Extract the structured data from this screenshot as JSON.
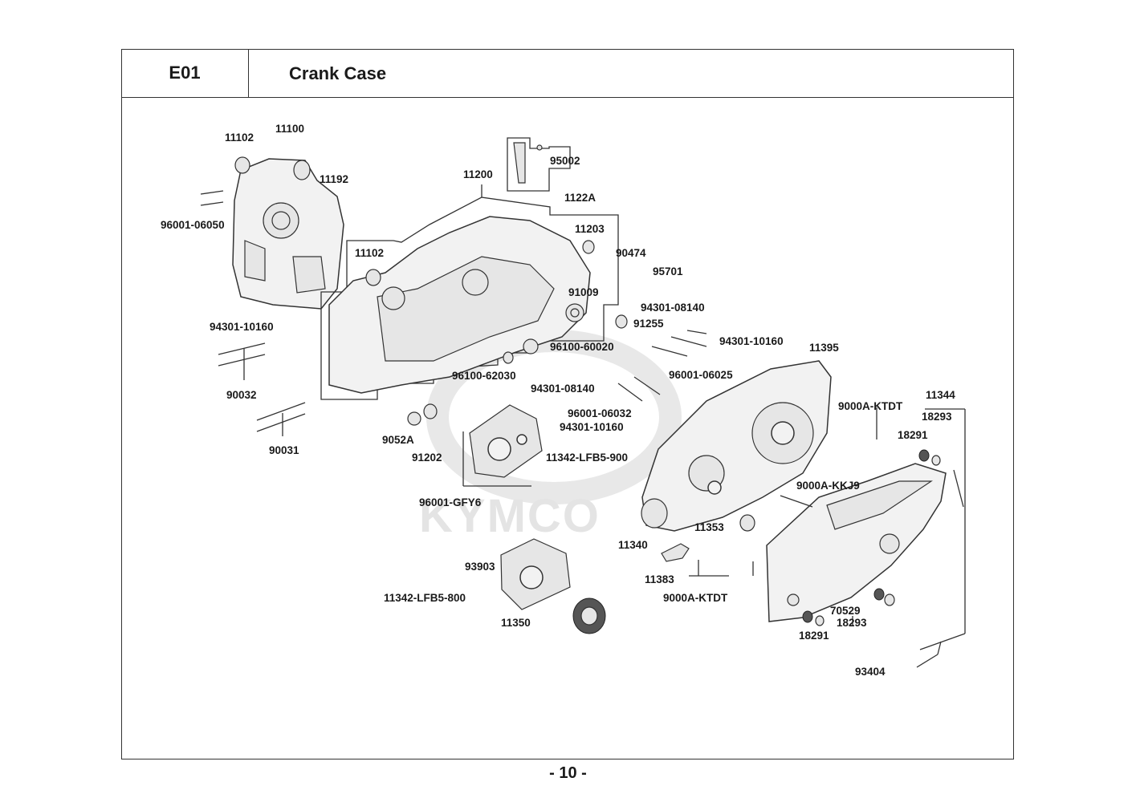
{
  "header": {
    "code": "E01",
    "title": "Crank Case"
  },
  "watermark": "KYMCO",
  "page_number": "- 10 -",
  "labels": {
    "l11102a": "11102",
    "l11100": "11100",
    "l11192": "11192",
    "l96001_06050": "96001-06050",
    "l95002": "95002",
    "l1122A": "1122A",
    "l11200": "11200",
    "l11203": "11203",
    "l11102b": "11102",
    "l90474": "90474",
    "l95701": "95701",
    "l91009": "91009",
    "l94301_08140a": "94301-08140",
    "l91255": "91255",
    "l94301_10160a": "94301-10160",
    "l96100_60020": "96100-60020",
    "l94301_10160b": "94301-10160",
    "l11395": "11395",
    "l90032": "90032",
    "l96100_62030": "96100-62030",
    "l96001_06025": "96001-06025",
    "l94301_08140b": "94301-08140",
    "l11344": "11344",
    "l9000A_KTDTa": "9000A-KTDT",
    "l18293a": "18293",
    "l96001_06032": "96001-06032",
    "l94301_10160c": "94301-10160",
    "l18291a": "18291",
    "l9052A": "9052A",
    "l91202": "91202",
    "l90031": "90031",
    "l11342_LFB5_900": "11342-LFB5-900",
    "l96001_GFY6": "96001-GFY6",
    "l9000A_KKJ9": "9000A-KKJ9",
    "l11353": "11353",
    "l11340": "11340",
    "l93903": "93903",
    "l11383": "11383",
    "l11342_LFB5_800": "11342-LFB5-800",
    "l9000A_KTDTb": "9000A-KTDT",
    "l70529": "70529",
    "l11350": "11350",
    "l18293b": "18293",
    "l18291b": "18291",
    "l93404": "93404"
  }
}
